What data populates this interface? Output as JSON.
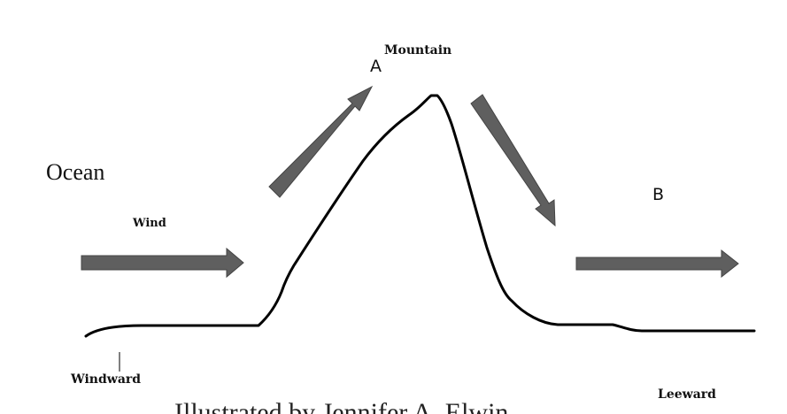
{
  "labels": {
    "ocean": "Ocean",
    "wind": "Wind",
    "mountain": "Mountain",
    "point_a": "A",
    "point_b": "B",
    "windward": "Windward",
    "leeward": "Leeward",
    "caption": "Illustrated by Jennifer A. Elwin"
  },
  "colors": {
    "arrow_fill": "#5f5f5f",
    "terrain_stroke": "#000000"
  }
}
